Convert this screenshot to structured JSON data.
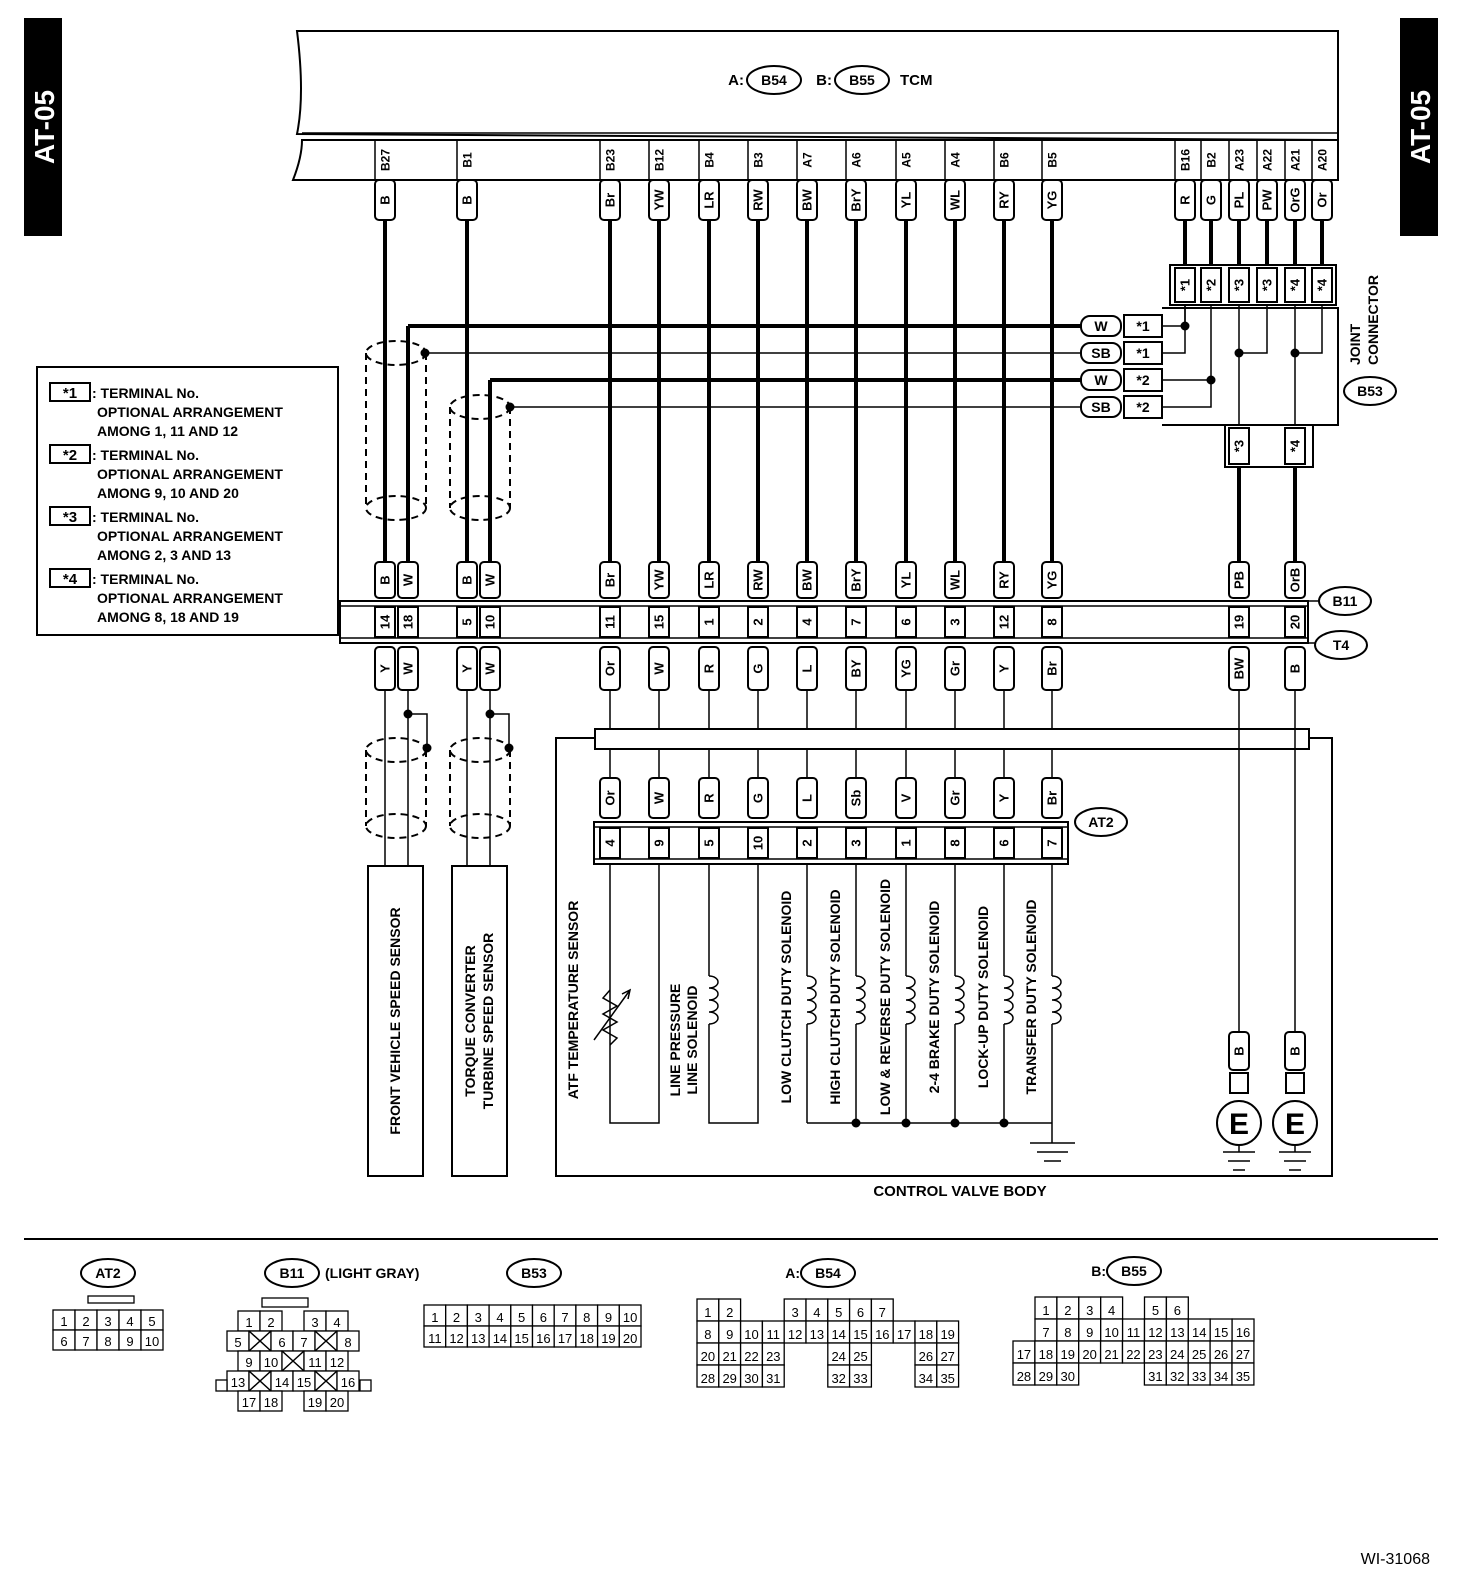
{
  "page_tags": {
    "left": "AT-05",
    "right": "AT-05"
  },
  "tcm": {
    "a_prefix": "A:",
    "a_conn": "B54",
    "b_prefix": "B:",
    "b_conn": "B55",
    "label": "TCM"
  },
  "legend": [
    {
      "mark": "*1",
      "line1": ": TERMINAL No.",
      "line2": "OPTIONAL ARRANGEMENT",
      "line3": "AMONG 1, 11 AND 12"
    },
    {
      "mark": "*2",
      "line1": ": TERMINAL No.",
      "line2": "OPTIONAL ARRANGEMENT",
      "line3": "AMONG 9, 10 AND 20"
    },
    {
      "mark": "*3",
      "line1": ": TERMINAL No.",
      "line2": "OPTIONAL ARRANGEMENT",
      "line3": "AMONG 2, 3 AND 13"
    },
    {
      "mark": "*4",
      "line1": ": TERMINAL No.",
      "line2": "OPTIONAL ARRANGEMENT",
      "line3": "AMONG 8, 18 AND 19"
    }
  ],
  "tcm_pins": [
    {
      "pin": "B27",
      "color": "B"
    },
    {
      "pin": "B1",
      "color": "B"
    },
    {
      "pin": "B23",
      "color": "Br"
    },
    {
      "pin": "B12",
      "color": "YW"
    },
    {
      "pin": "B4",
      "color": "LR"
    },
    {
      "pin": "B3",
      "color": "RW"
    },
    {
      "pin": "A7",
      "color": "BW"
    },
    {
      "pin": "A6",
      "color": "BrY"
    },
    {
      "pin": "A5",
      "color": "YL"
    },
    {
      "pin": "A4",
      "color": "WL"
    },
    {
      "pin": "B6",
      "color": "RY"
    },
    {
      "pin": "B5",
      "color": "YG"
    },
    {
      "pin": "B16",
      "color": "R"
    },
    {
      "pin": "B2",
      "color": "G"
    },
    {
      "pin": "A23",
      "color": "PL"
    },
    {
      "pin": "A22",
      "color": "PW"
    },
    {
      "pin": "A21",
      "color": "OrG"
    },
    {
      "pin": "A20",
      "color": "Or"
    }
  ],
  "joint": {
    "top_marks": [
      "*1",
      "*2",
      "*3",
      "*3",
      "*4",
      "*4"
    ],
    "side": [
      {
        "color": "W",
        "mark": "*1"
      },
      {
        "color": "SB",
        "mark": "*1"
      },
      {
        "color": "W",
        "mark": "*2"
      },
      {
        "color": "SB",
        "mark": "*2"
      }
    ],
    "bottom_marks": [
      "*3",
      "*4"
    ],
    "label1": "JOINT",
    "label2": "CONNECTOR",
    "conn": "B53"
  },
  "b11_t4": {
    "conn_upper": "B11",
    "conn_lower": "T4",
    "pins": [
      {
        "top": "B",
        "pin": "14",
        "bottom": "Y"
      },
      {
        "top": "W",
        "pin": "18",
        "bottom": "W"
      },
      {
        "top": "B",
        "pin": "5",
        "bottom": "Y"
      },
      {
        "top": "W",
        "pin": "10",
        "bottom": "W"
      },
      {
        "top": "Br",
        "pin": "11",
        "bottom": "Or"
      },
      {
        "top": "YW",
        "pin": "15",
        "bottom": "W"
      },
      {
        "top": "LR",
        "pin": "1",
        "bottom": "R"
      },
      {
        "top": "RW",
        "pin": "2",
        "bottom": "G"
      },
      {
        "top": "BW",
        "pin": "4",
        "bottom": "L"
      },
      {
        "top": "BrY",
        "pin": "7",
        "bottom": "BY"
      },
      {
        "top": "YL",
        "pin": "6",
        "bottom": "YG"
      },
      {
        "top": "WL",
        "pin": "3",
        "bottom": "Gr"
      },
      {
        "top": "RY",
        "pin": "12",
        "bottom": "Y"
      },
      {
        "top": "YG",
        "pin": "8",
        "bottom": "Br"
      },
      {
        "top": "PB",
        "pin": "19",
        "bottom": "BW"
      },
      {
        "top": "OrB",
        "pin": "20",
        "bottom": "B"
      }
    ]
  },
  "at2": {
    "conn": "AT2",
    "pins": [
      {
        "color": "Or",
        "pin": "4"
      },
      {
        "color": "W",
        "pin": "9"
      },
      {
        "color": "R",
        "pin": "5"
      },
      {
        "color": "G",
        "pin": "10"
      },
      {
        "color": "L",
        "pin": "2"
      },
      {
        "color": "Sb",
        "pin": "3"
      },
      {
        "color": "V",
        "pin": "1"
      },
      {
        "color": "Gr",
        "pin": "8"
      },
      {
        "color": "Y",
        "pin": "6"
      },
      {
        "color": "Br",
        "pin": "7"
      }
    ]
  },
  "components": {
    "front_speed_sensor": "FRONT VEHICLE SPEED SENSOR",
    "turbine_sensor_1": "TORQUE CONVERTER",
    "turbine_sensor_2": "TURBINE SPEED SENSOR",
    "atf_sensor": "ATF TEMPERATURE SENSOR",
    "line_pressure_1": "LINE PRESSURE",
    "line_pressure_2": "LINE SOLENOID",
    "low_clutch": "LOW CLUTCH DUTY SOLENOID",
    "high_clutch": "HIGH CLUTCH DUTY SOLENOID",
    "low_reverse": "LOW & REVERSE DUTY SOLENOID",
    "brake_24": "2-4 BRAKE DUTY SOLENOID",
    "lockup": "LOCK-UP DUTY SOLENOID",
    "transfer": "TRANSFER DUTY SOLENOID",
    "control_valve_body": "CONTROL VALVE BODY"
  },
  "grounds": {
    "wire_color": "B",
    "symbol": "E"
  },
  "connectors": {
    "at2": {
      "name": "AT2",
      "rows": [
        [
          "1",
          "2",
          "3",
          "4",
          "5"
        ],
        [
          "6",
          "7",
          "8",
          "9",
          "10"
        ]
      ]
    },
    "b11": {
      "name": "B11",
      "note": "(LIGHT GRAY)",
      "rows": [
        [
          "1",
          "2",
          "",
          "3",
          "4"
        ],
        [
          "5",
          "X",
          "6",
          "7",
          "X",
          "8"
        ],
        [
          "9",
          "10",
          "X",
          "11",
          "12"
        ],
        [
          "13",
          "X",
          "14",
          "15",
          "X",
          "16"
        ],
        [
          "17",
          "18",
          "",
          "19",
          "20"
        ]
      ]
    },
    "b53": {
      "name": "B53",
      "rows": [
        [
          "1",
          "2",
          "3",
          "4",
          "5",
          "6",
          "7",
          "8",
          "9",
          "10"
        ],
        [
          "11",
          "12",
          "13",
          "14",
          "15",
          "16",
          "17",
          "18",
          "19",
          "20"
        ]
      ]
    },
    "b54": {
      "prefix": "A:",
      "name": "B54",
      "rows": [
        [
          "1",
          "2",
          "",
          "",
          "3",
          "4",
          "5",
          "6",
          "7"
        ],
        [
          "8",
          "9",
          "10",
          "11",
          "12",
          "13",
          "14",
          "15",
          "16",
          "17",
          "18",
          "19"
        ],
        [
          "20",
          "21",
          "22",
          "23",
          "",
          "",
          "24",
          "25",
          "",
          "",
          "26",
          "27"
        ],
        [
          "28",
          "29",
          "30",
          "31",
          "",
          "",
          "32",
          "33",
          "",
          "",
          "34",
          "35"
        ]
      ]
    },
    "b55": {
      "prefix": "B:",
      "name": "B55",
      "rows": [
        [
          "1",
          "2",
          "3",
          "4",
          "",
          "5",
          "6"
        ],
        [
          "7",
          "8",
          "9",
          "10",
          "11",
          "12",
          "13",
          "14",
          "15",
          "16"
        ],
        [
          "17",
          "18",
          "19",
          "20",
          "21",
          "22",
          "23",
          "24",
          "25",
          "26",
          "27"
        ],
        [
          "28",
          "29",
          "30",
          "",
          "",
          "",
          "31",
          "32",
          "33",
          "34",
          "35"
        ]
      ]
    }
  },
  "footer_id": "WI-31068"
}
